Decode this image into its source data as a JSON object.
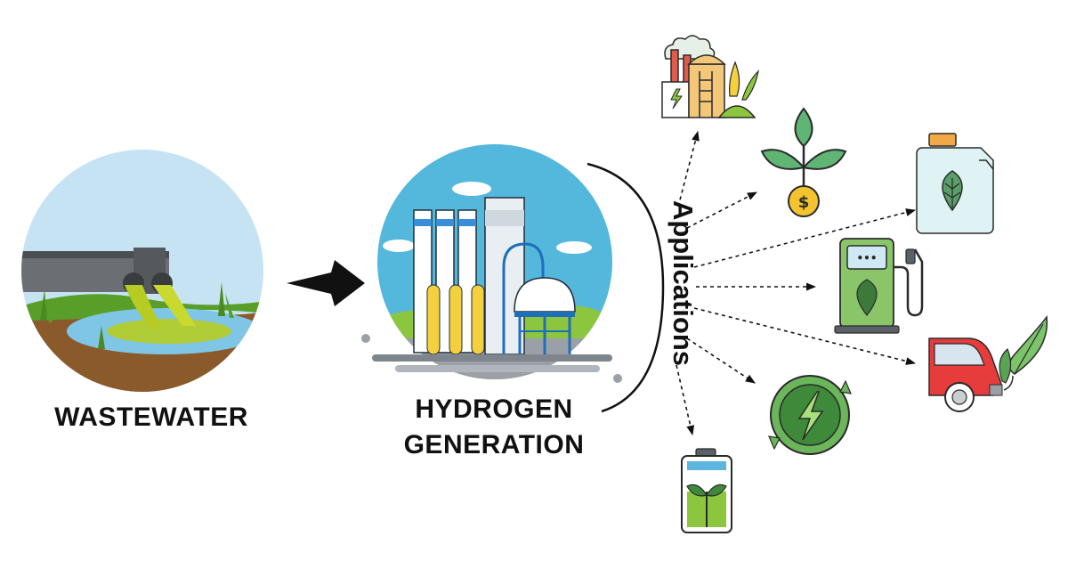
{
  "source": {
    "label": "WASTEWATER",
    "icon": "wastewater-discharge-icon"
  },
  "process": {
    "line1": "HYDROGEN",
    "line2": "GENERATION",
    "icon": "hydrogen-plant-icon"
  },
  "applications": {
    "label": "Applications",
    "items": [
      {
        "icon": "biogas-power-plant-icon"
      },
      {
        "icon": "plant-money-icon"
      },
      {
        "icon": "bio-fuel-canister-icon"
      },
      {
        "icon": "bio-fuel-pump-icon"
      },
      {
        "icon": "eco-car-icon"
      },
      {
        "icon": "renewable-energy-icon"
      },
      {
        "icon": "bio-battery-icon"
      }
    ]
  },
  "colors": {
    "sky": "#bde0f3",
    "sky_hydrogen": "#54b7dc",
    "grass": "#5a9e2a",
    "sludge": "#b6cc22",
    "leaf": "#8cc63f",
    "arrow": "#111111"
  }
}
